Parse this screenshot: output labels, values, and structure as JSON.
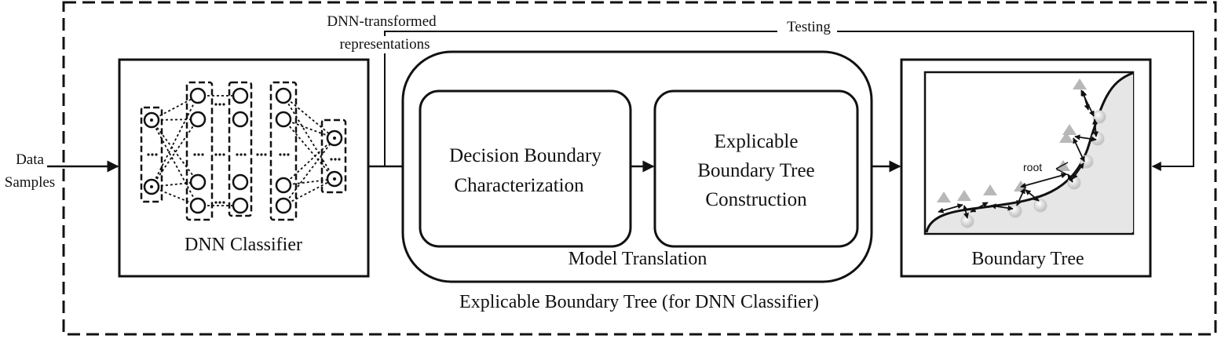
{
  "labels": {
    "input_line1": "Data",
    "input_line2": "Samples",
    "dnn_rep_line1": "DNN-transformed",
    "dnn_rep_line2": "representations",
    "testing": "Testing",
    "dnn_classifier": "DNN Classifier",
    "decision_line1": "Decision Boundary",
    "decision_line2": "Characterization",
    "ebt_line1": "Explicable",
    "ebt_line2": "Boundary Tree",
    "ebt_line3": "Construction",
    "model_translation": "Model Translation",
    "boundary_tree": "Boundary Tree",
    "root": "root",
    "framework": "Explicable Boundary Tree (for DNN Classifier)"
  },
  "colors": {
    "stroke": "#111111",
    "region_fill": "#e6e6e6",
    "marker_fill": "#b8b8b8"
  }
}
